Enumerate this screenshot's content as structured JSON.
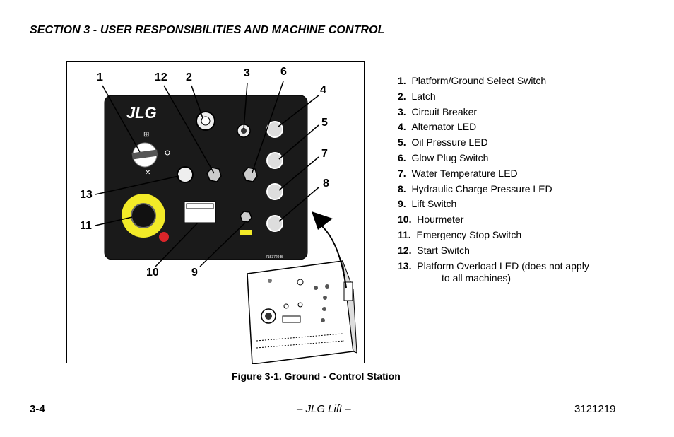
{
  "header": {
    "section_title": "SECTION 3 - USER RESPONSIBILITIES AND MACHINE CONTROL"
  },
  "figure": {
    "logo_text": "JLG",
    "part_number": "7153729 B",
    "callouts": [
      "1",
      "12",
      "2",
      "3",
      "6",
      "4",
      "5",
      "7",
      "8",
      "13",
      "11",
      "10",
      "9"
    ],
    "caption": "Figure 3-1. Ground - Control Station"
  },
  "legend": [
    {
      "num": "1.",
      "label": "Platform/Ground Select Switch"
    },
    {
      "num": "2.",
      "label": "Latch"
    },
    {
      "num": "3.",
      "label": "Circuit Breaker"
    },
    {
      "num": "4.",
      "label": "Alternator LED"
    },
    {
      "num": "5.",
      "label": "Oil Pressure LED"
    },
    {
      "num": "6.",
      "label": "Glow Plug Switch"
    },
    {
      "num": "7.",
      "label": "Water Temperature LED"
    },
    {
      "num": "8.",
      "label": "Hydraulic Charge Pressure LED"
    },
    {
      "num": "9.",
      "label": "Lift Switch"
    },
    {
      "num": "10.",
      "label": "Hourmeter"
    },
    {
      "num": "11.",
      "label": "Emergency Stop Switch"
    },
    {
      "num": "12.",
      "label": "Start Switch"
    },
    {
      "num": "13.",
      "label": "Platform Overload LED (does not apply",
      "cont": "to all machines)"
    }
  ],
  "footer": {
    "page_number": "3-4",
    "title": "– JLG Lift –",
    "doc_number": "3121219"
  },
  "colors": {
    "panel": "#1a1a1a",
    "estop_ring": "#f2ea28",
    "estop_red": "#d9252a"
  }
}
